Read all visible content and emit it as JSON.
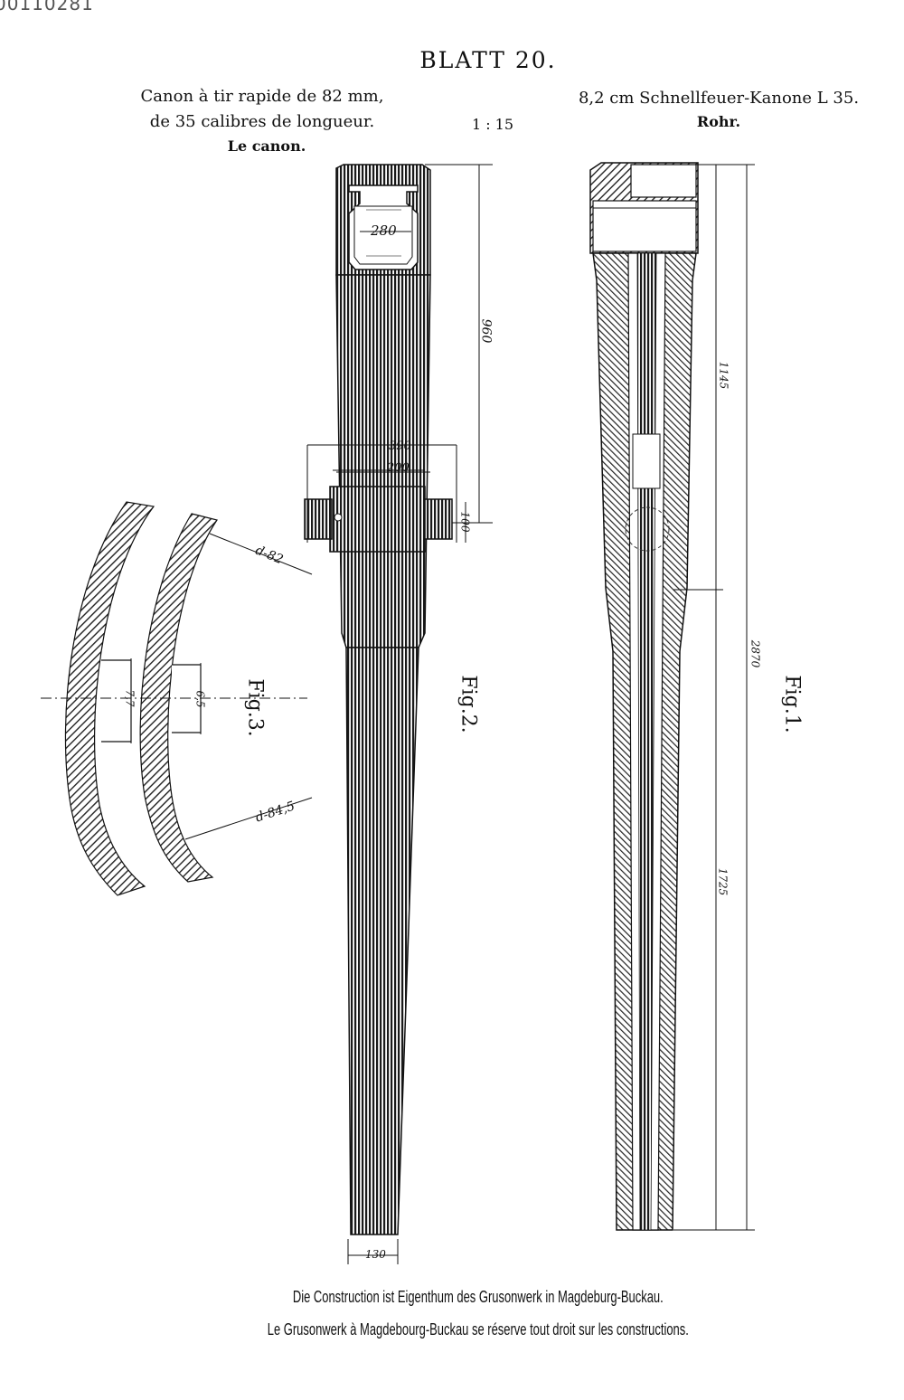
{
  "page": {
    "corner_id": "00110281",
    "title": "BLATT 20.",
    "french_heading_line1": "Canon à tir rapide de 82 mm,",
    "french_heading_line2": "de 35 calibres de longueur.",
    "french_subheading": "Le canon.",
    "scale": "1 : 15",
    "german_heading": "8,2 cm Schnellfeuer-Kanone L 35.",
    "german_subheading": "Rohr.",
    "footer_line1": "Die Construction ist Eigenthum des Grusonwerk in Magdeburg-Buckau.",
    "footer_line2": "Le Grusonwerk à Magdebourg-Buckau se réserve tout droit sur les constructions."
  },
  "figures": {
    "fig1": {
      "label": "Fig.1.",
      "dims": {
        "d1145": "1145",
        "d2870": "2870",
        "d1725": "1725"
      }
    },
    "fig2": {
      "label": "Fig.2.",
      "dims": {
        "d280": "280",
        "d960": "960",
        "d390": "390",
        "d200": "200",
        "d100": "100",
        "d130": "130"
      }
    },
    "fig3": {
      "label": "Fig.3.",
      "dims": {
        "d82": "d-82",
        "d84_5": "d-84,5",
        "d7_7": "7,7",
        "d6_5": "6,5"
      }
    }
  }
}
